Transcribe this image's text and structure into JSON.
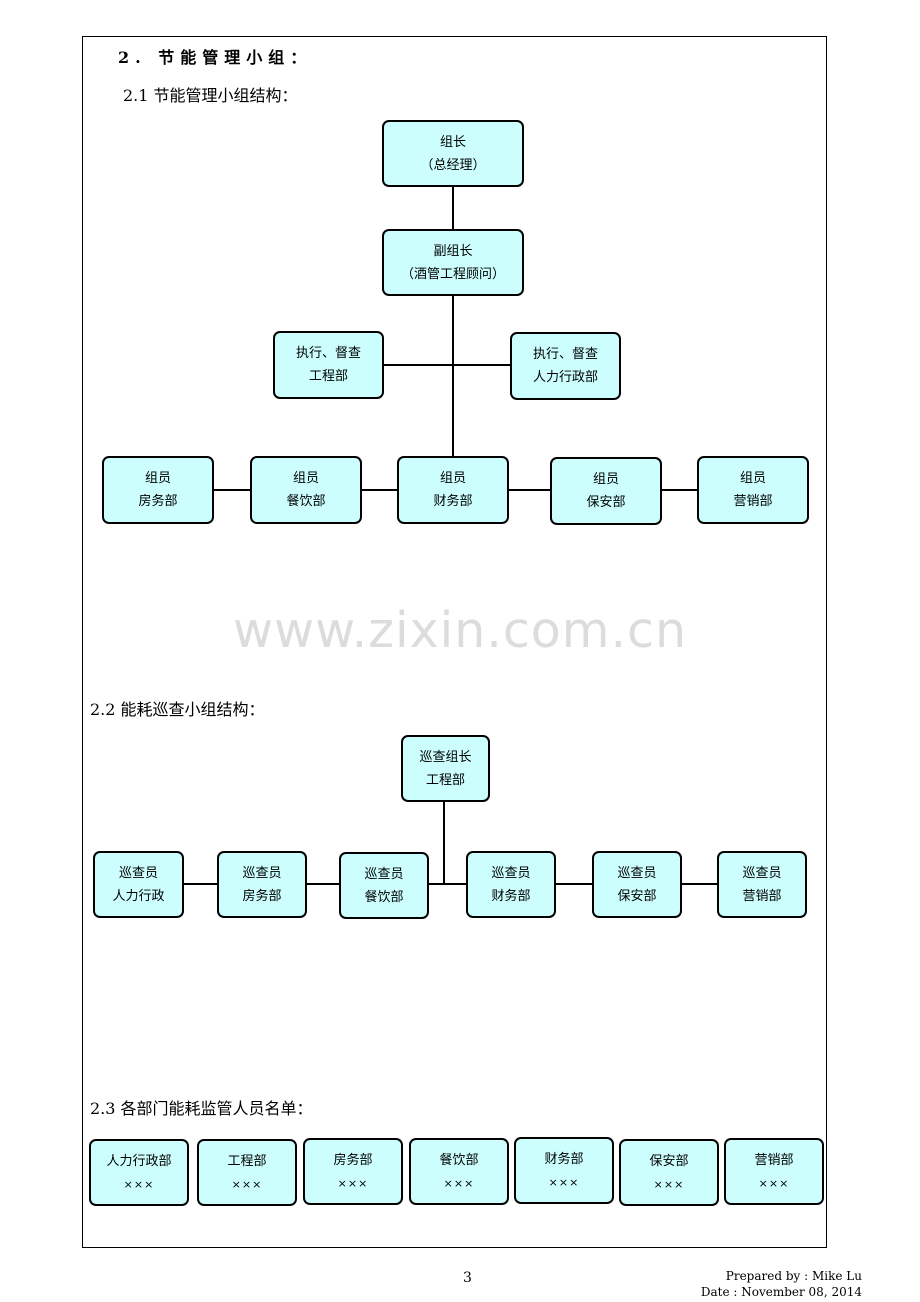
{
  "section": {
    "title": "2. 节能管理小组：",
    "sub21": "2.1 节能管理小组结构：",
    "sub22": "2.2 能耗巡查小组结构：",
    "sub23": "2.3 各部门能耗监管人员名单："
  },
  "org1": {
    "leader": {
      "role": "组长",
      "name": "（总经理）"
    },
    "deputy": {
      "role": "副组长",
      "name": "（酒管工程顾问）"
    },
    "exec_left": {
      "role": "执行、督查",
      "dept": "工程部"
    },
    "exec_right": {
      "role": "执行、督查",
      "dept": "人力行政部"
    },
    "members": [
      {
        "role": "组员",
        "dept": "房务部"
      },
      {
        "role": "组员",
        "dept": "餐饮部"
      },
      {
        "role": "组员",
        "dept": "财务部"
      },
      {
        "role": "组员",
        "dept": "保安部"
      },
      {
        "role": "组员",
        "dept": "营销部"
      }
    ]
  },
  "org2": {
    "leader": {
      "role": "巡查组长",
      "dept": "工程部"
    },
    "members": [
      {
        "role": "巡查员",
        "dept": "人力行政"
      },
      {
        "role": "巡查员",
        "dept": "房务部"
      },
      {
        "role": "巡查员",
        "dept": "餐饮部"
      },
      {
        "role": "巡查员",
        "dept": "财务部"
      },
      {
        "role": "巡查员",
        "dept": "保安部"
      },
      {
        "role": "巡查员",
        "dept": "营销部"
      }
    ]
  },
  "staff_list": [
    {
      "dept": "人力行政部",
      "name": "×××"
    },
    {
      "dept": "工程部",
      "name": "×××"
    },
    {
      "dept": "房务部",
      "name": "×××"
    },
    {
      "dept": "餐饮部",
      "name": "×××"
    },
    {
      "dept": "财务部",
      "name": "×××"
    },
    {
      "dept": "保安部",
      "name": "×××"
    },
    {
      "dept": "营销部",
      "name": "×××"
    }
  ],
  "watermark": "www.zixin.com.cn",
  "footer": {
    "page": "3",
    "prepared_by": "Prepared by : Mike Lu",
    "date": "Date : November 08, 2014"
  },
  "colors": {
    "box_fill": "#ccfefe",
    "watermark": "#dcdcdc"
  }
}
